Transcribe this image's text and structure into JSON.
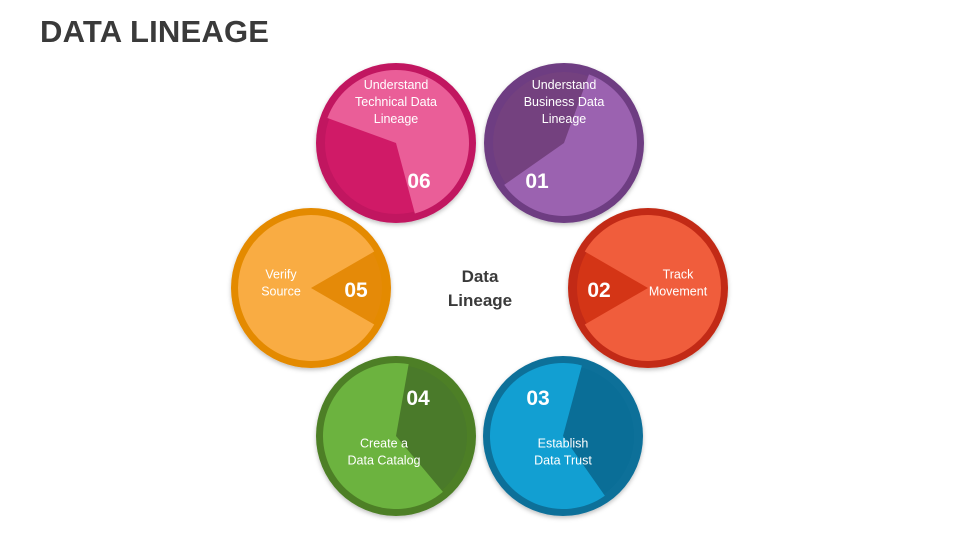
{
  "title": "DATA LINEAGE",
  "center": {
    "line1": "Data",
    "line2": "Lineage"
  },
  "segments": [
    {
      "id": "01",
      "number": "01",
      "lines": [
        "Understand",
        "Business Data",
        "Lineage"
      ],
      "color_outer": "#6e3e82",
      "color_light": "#9b62b0",
      "color_dark": "#74417f"
    },
    {
      "id": "02",
      "number": "02",
      "lines": [
        "Track",
        "Movement"
      ],
      "color_outer": "#c22c15",
      "color_light": "#f05d3c",
      "color_dark": "#d43516"
    },
    {
      "id": "03",
      "number": "03",
      "lines": [
        "Establish",
        "Data Trust"
      ],
      "color_outer": "#0f6f99",
      "color_light": "#129fd2",
      "color_dark": "#0a6e97"
    },
    {
      "id": "04",
      "number": "04",
      "lines": [
        "Create a",
        "Data Catalog"
      ],
      "color_outer": "#4d7f25",
      "color_light": "#6cb33f",
      "color_dark": "#4a7a2a"
    },
    {
      "id": "05",
      "number": "05",
      "lines": [
        "Verify",
        "Source"
      ],
      "color_outer": "#e48a00",
      "color_light": "#f9ac43",
      "color_dark": "#e58a08"
    },
    {
      "id": "06",
      "number": "06",
      "lines": [
        "Understand",
        "Technical Data",
        "Lineage"
      ],
      "color_outer": "#c11561",
      "color_light": "#ea5e98",
      "color_dark": "#d01a67"
    }
  ]
}
